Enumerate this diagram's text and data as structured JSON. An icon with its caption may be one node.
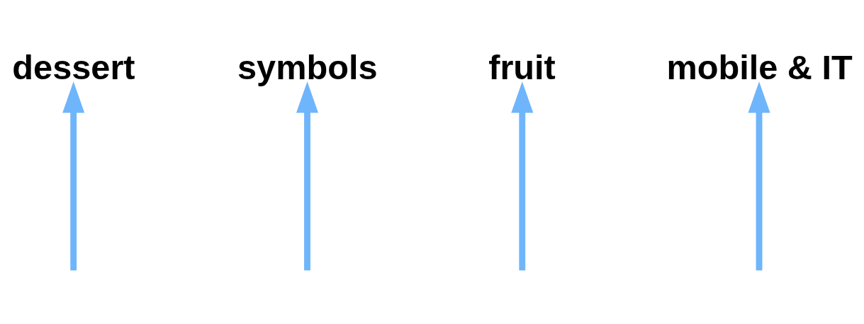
{
  "diagram": {
    "nodes": [
      {
        "text": [
          "dessert"
        ]
      },
      {
        "text": [
          "symbols"
        ]
      },
      {
        "text": [
          "fruit"
        ]
      },
      {
        "text": [
          "mobile & IT"
        ]
      }
    ],
    "edges": [
      {
        "from": null,
        "to": 0,
        "arrow": "to"
      },
      {
        "from": null,
        "to": 1,
        "arrow": "to"
      },
      {
        "from": null,
        "to": 2,
        "arrow": "to"
      },
      {
        "from": null,
        "to": 3,
        "arrow": "to"
      }
    ]
  }
}
